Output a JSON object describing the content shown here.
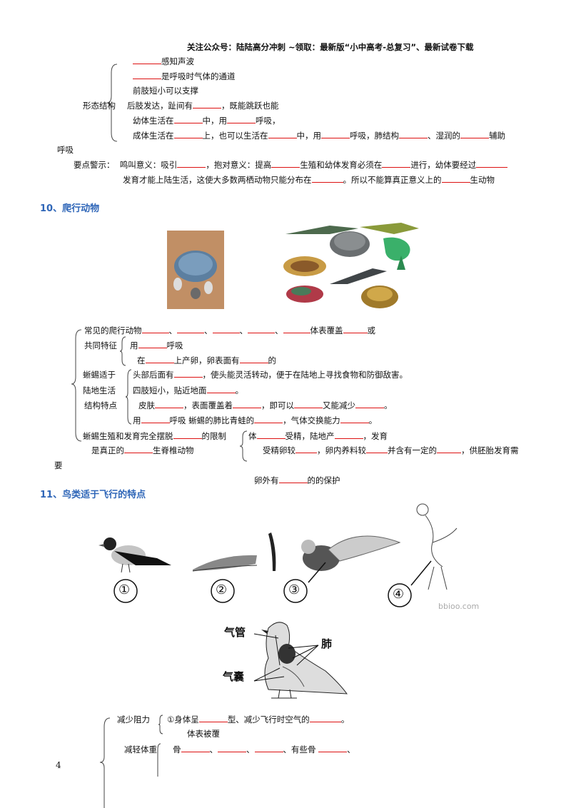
{
  "header": {
    "text": "关注公众号：陆陆高分冲刺  ~领取：最新版“小中高考-总复习”、最新试卷下载"
  },
  "amphibian": {
    "l1": "感知声波",
    "l2": "是呼吸时气体的通道",
    "l3": "前肢短小可以支撑",
    "label": "形态结构",
    "l4a": "后肢发达，趾间有",
    "l4b": "，既能跳跃也能",
    "l5a": "幼体生活在",
    "l5b": "中，用",
    "l5c": "呼吸，",
    "l6a": "成体生活在",
    "l6b": "上，也可以生活在",
    "l6c": "中，用",
    "l6d": "呼吸，肺结构",
    "l6e": "、湿润的",
    "l6f": "辅助",
    "l7": "呼吸",
    "key_label": "要点警示：",
    "k1a": "鸣叫意义：吸引",
    "k1b": "，抱对意义：提高",
    "k1c": "生殖和幼体发育必须在",
    "k1d": "进行，幼体要经过",
    "k2a": "发育才能上陆生活，这使大多数两栖动物只能分布在",
    "k2b": "。所以不能算真正意义上的",
    "k2c": "生动物"
  },
  "reptile": {
    "title": "10、爬行动物",
    "common": "常见的爬行动物",
    "body_cover": "体表覆盖",
    "or": "或",
    "shared": "共同特征",
    "breath_a": "用",
    "breath_b": "呼吸",
    "egg_a": "在",
    "egg_b": "上产卵，卵表面有",
    "egg_c": "的",
    "lizard1": "蜥蜴适于",
    "lizard2": "陆地生活",
    "lizard3": "结构特点",
    "s1a": "头部后面有",
    "s1b": "，使头能灵活转动，便于在陆地上寻找食物和防御敌害。",
    "s2a": "四肢短小，贴近地面",
    "s2b": "。",
    "s3a": "皮肤",
    "s3b": "，表面覆盖着",
    "s3c": "，即可以",
    "s3d": "又能减少",
    "s3e": "。",
    "s4a": "用",
    "s4b": "呼吸  蜥蜴的肺比青蛙的",
    "s4c": "，气体交换能力",
    "s4d": "。",
    "repro_a": "蜥蜴生殖和发育完全摆脱",
    "repro_b": "的限制",
    "true_a": "是真正的",
    "true_b": "生脊椎动物",
    "yao": "要",
    "r1a": "体",
    "r1b": "受精，陆地产",
    "r1c": "，发育",
    "r2a": "受精卵较",
    "r2b": "，卵内养料较",
    "r2c": "并含有一定的",
    "r2d": "，供胚胎发育需",
    "r3a": "卵外有",
    "r3b": "的的保护"
  },
  "bird": {
    "title": "11、鸟类适于飞行的特点",
    "figures": [
      "①",
      "②",
      "③",
      "④"
    ],
    "watermark": "bbioo.com",
    "trachea": "气管",
    "lung": "肺",
    "airsac": "气囊",
    "reduce_drag": "减少阻力",
    "d1a": "①身体呈",
    "d1b": "型、减少飞行时空气的",
    "d1c": "。",
    "d2": "体表被覆",
    "reduce_weight": "减轻体重",
    "w1a": "骨",
    "w1b": "、",
    "w1c": "、",
    "w1d": "、有些骨",
    "w1e": "、"
  },
  "page_number": "4",
  "colors": {
    "section": "#2f66b8",
    "blank": "#dd1111"
  }
}
